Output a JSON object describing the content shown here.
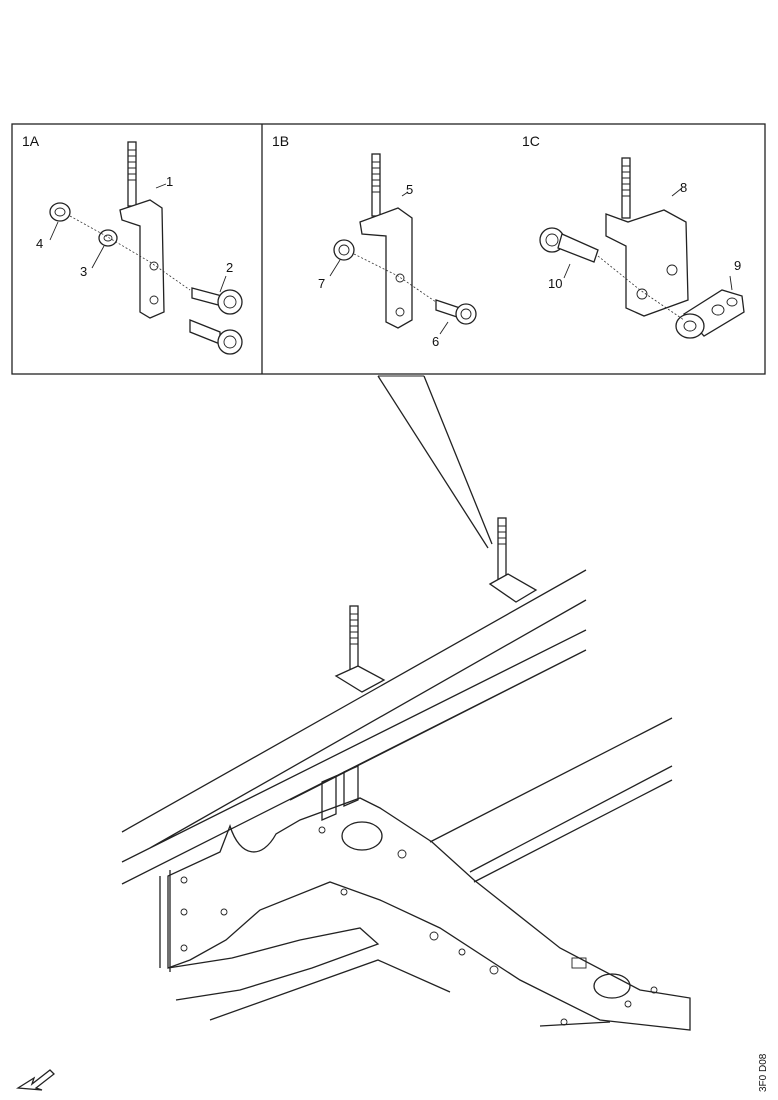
{
  "panels": [
    {
      "id": "1A",
      "label": "1A"
    },
    {
      "id": "1B",
      "label": "1B"
    },
    {
      "id": "1C",
      "label": "1C"
    }
  ],
  "callouts": {
    "a1": "1",
    "a2": "2",
    "a3": "3",
    "a4": "4",
    "b5": "5",
    "b6": "6",
    "b7": "7",
    "c8": "8",
    "c9": "9",
    "c10": "10"
  },
  "figure_code": "3F0 D08"
}
